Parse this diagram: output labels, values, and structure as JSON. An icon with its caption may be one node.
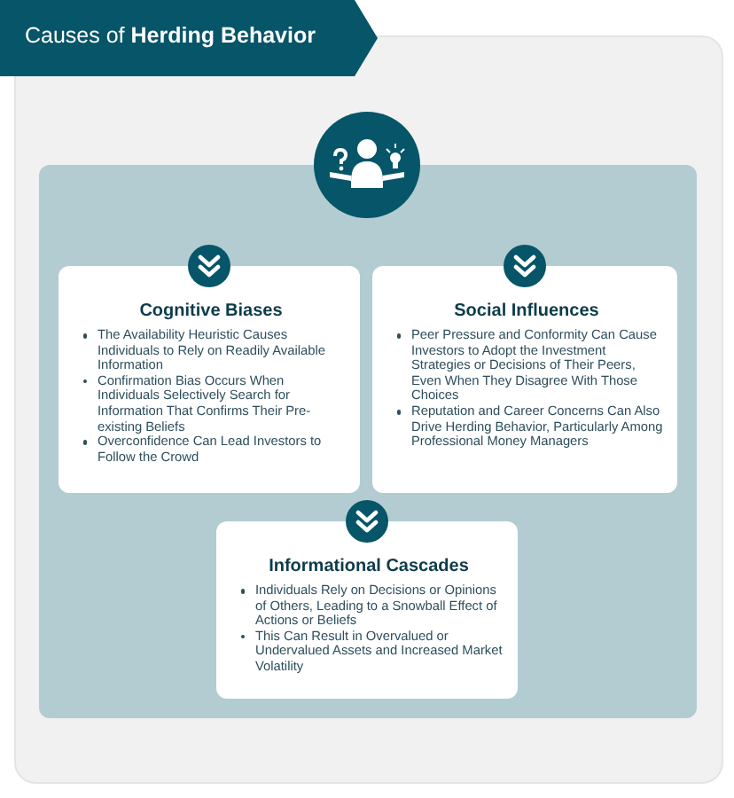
{
  "diagram": {
    "title": "Causes of **Herding Behavior**",
    "nodes": [
      {
        "text": [
          "Cognitive Biases",
          "The Availability Heuristic Causes Individuals to Rely on Readily Available Information",
          "Confirmation Bias Occurs When Individuals Selectively Search for Information That Confirms Their Pre-existing Beliefs",
          "Overconfidence Can Lead Investors to Follow the Crowd"
        ]
      },
      {
        "text": [
          "Social Influences",
          "Peer Pressure and Conformity Can Cause Investors to Adopt the Investment Strategies or Decisions of Their Peers, Even When They Disagree With Those Choices",
          "Reputation and Career Concerns Can Also Drive Herding Behavior, Particularly Among Professional Money Managers"
        ]
      },
      {
        "text": [
          "Informational Cascades",
          "Individuals Rely on Decisions or Opinions of Others, Leading to a Snowball Effect of Actions or Beliefs",
          "This Can Result in Overvalued or Undervalued Assets and Increased Market Volatility"
        ]
      }
    ]
  }
}
